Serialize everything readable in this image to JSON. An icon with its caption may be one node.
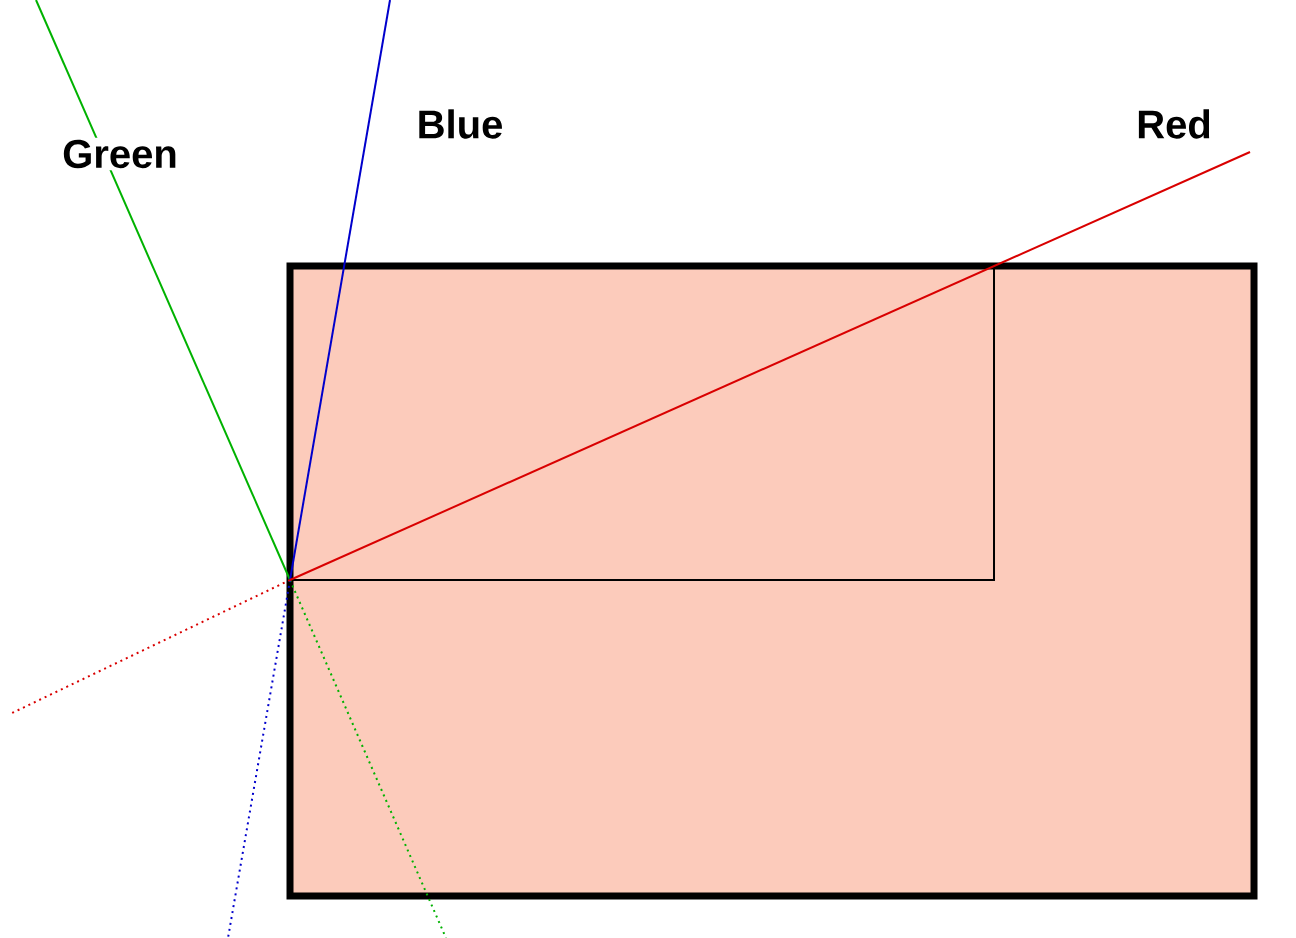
{
  "diagram": {
    "labels": [
      "Green",
      "Blue",
      "Red"
    ]
  }
}
